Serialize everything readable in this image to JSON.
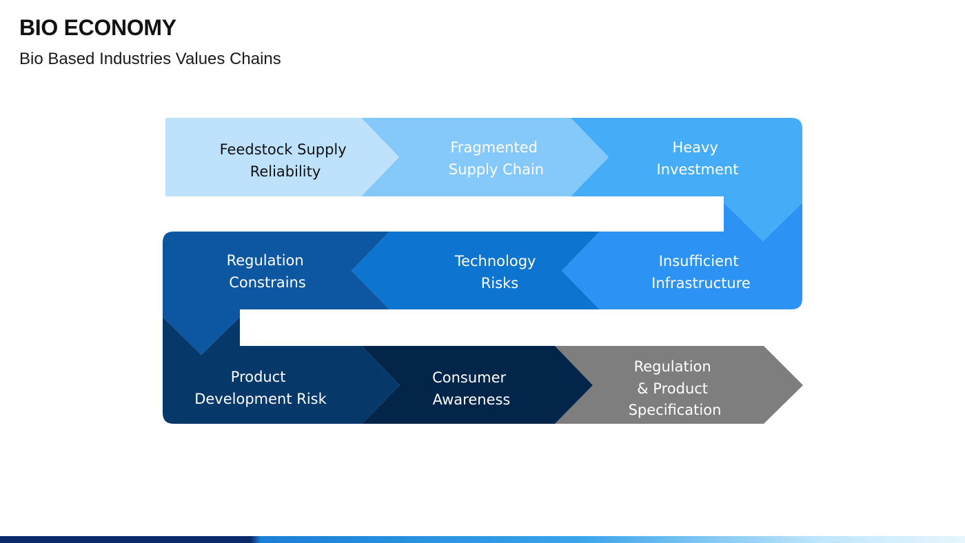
{
  "title": "BIO ECONOMY",
  "subtitle": "Bio Based Industries Values Chains",
  "nodes": [
    {
      "id": "feedstock",
      "line1": "Feedstock Supply",
      "line2": "Reliability",
      "line3": "",
      "fill": "#bfe2fc",
      "text_color": "#111111"
    },
    {
      "id": "fragmented",
      "line1": "Fragmented",
      "line2": "Supply Chain",
      "line3": "",
      "fill": "#85c8fa",
      "text_color": "#ffffff"
    },
    {
      "id": "heavy",
      "line1": "Heavy",
      "line2": "Investment",
      "line3": "",
      "fill": "#45adf8",
      "text_color": "#ffffff"
    },
    {
      "id": "insufficient",
      "line1": "Insufficient",
      "line2": "Infrastructure",
      "line3": "",
      "fill": "#2c93f4",
      "text_color": "#ffffff"
    },
    {
      "id": "technology",
      "line1": "Technology",
      "line2": "Risks",
      "line3": "",
      "fill": "#0d74cf",
      "text_color": "#ffffff"
    },
    {
      "id": "regulation-constrains",
      "line1": "Regulation",
      "line2": "Constrains",
      "line3": "",
      "fill": "#0c56a2",
      "text_color": "#ffffff"
    },
    {
      "id": "product-dev",
      "line1": "Product",
      "line2": "Development Risk",
      "line3": "",
      "fill": "#06386a",
      "text_color": "#ffffff"
    },
    {
      "id": "consumer",
      "line1": "Consumer",
      "line2": "Awareness",
      "line3": "",
      "fill": "#04254a",
      "text_color": "#ffffff"
    },
    {
      "id": "regulation-spec",
      "line1": "Regulation",
      "line2": "& Product",
      "line3": "Specification",
      "fill": "#7e7e7e",
      "text_color": "#ffffff"
    }
  ]
}
